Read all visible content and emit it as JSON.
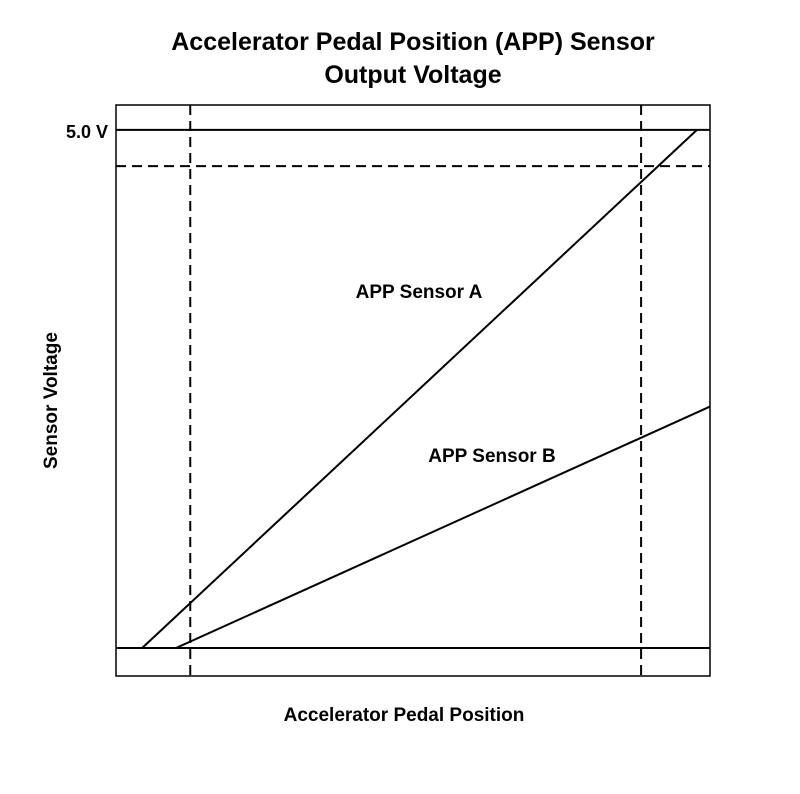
{
  "chart_data": {
    "type": "line",
    "title_line1": "Accelerator Pedal Position (APP) Sensor",
    "title_line2": "Output Voltage",
    "xlabel": "Accelerator Pedal Position",
    "ylabel": "Sensor Voltage",
    "y_tick_label": "5.0 V",
    "y_top_value": 5.0,
    "ylim": [
      -0.27,
      5.24
    ],
    "xlim": [
      0,
      100
    ],
    "grid": false,
    "reference_lines": {
      "horizontal": [
        {
          "y": 5.0,
          "style": "solid"
        },
        {
          "y": 0.0,
          "style": "solid"
        },
        {
          "y": 4.65,
          "style": "dashed"
        }
      ],
      "vertical": [
        {
          "x": 12.5,
          "style": "dashed"
        },
        {
          "x": 88.4,
          "style": "dashed"
        }
      ]
    },
    "series": [
      {
        "label": "APP Sensor A",
        "x": [
          4.4,
          97.8
        ],
        "y": [
          0.0,
          5.0
        ]
      },
      {
        "label": "APP Sensor B",
        "x": [
          10.1,
          100
        ],
        "y": [
          0.0,
          2.33
        ]
      }
    ]
  }
}
